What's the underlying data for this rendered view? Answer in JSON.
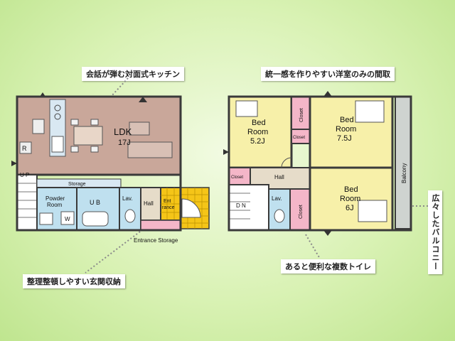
{
  "callouts": {
    "kitchen": "会話が弾む対面式キッチン",
    "western_rooms": "統一感を作りやすい洋室のみの間取",
    "entrance_storage": "整理整頓しやすい玄関収納",
    "toilets": "あると便利な複数トイレ",
    "balcony": "広々したバルコニー"
  },
  "floor1": {
    "ldk_name": "LDK",
    "ldk_size": "17J",
    "up": "U P",
    "storage": "Storage",
    "powder_room_1": "Powder",
    "powder_room_2": "Room",
    "ub": "U B",
    "lav": "Lav.",
    "hall": "Hall",
    "entrance_1": "Ent",
    "entrance_2": "rance",
    "w": "W",
    "r": "R",
    "entrance_storage": "Entrance Storage"
  },
  "floor2": {
    "bed1_1": "Bed",
    "bed1_2": "Room",
    "bed1_3": "5.2J",
    "bed2_1": "Bed",
    "bed2_2": "Room",
    "bed2_3": "7.5J",
    "bed3_1": "Bed",
    "bed3_2": "Room",
    "bed3_3": "6J",
    "closet": "Closet",
    "hall": "Hall",
    "dn": "D N",
    "lav": "Lav.",
    "balcony": "Balcony"
  },
  "colors": {
    "ldk": "#c9a79a",
    "bedroom": "#f7f0a9",
    "closet": "#f4b6c8",
    "wet": "#bfe0ef",
    "hall": "#e6dcc9",
    "entrance": "#f5c518",
    "balcony": "#cfd3d0",
    "wall": "#3a3a3a"
  }
}
